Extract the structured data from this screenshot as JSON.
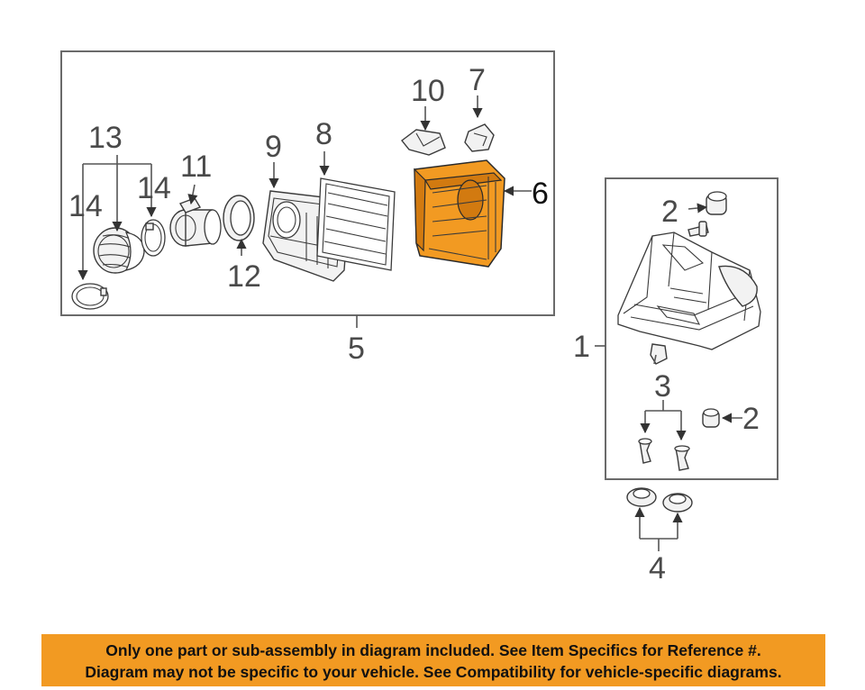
{
  "callouts": {
    "c1": "1",
    "c2a": "2",
    "c2b": "2",
    "c3": "3",
    "c4": "4",
    "c5": "5",
    "c6": "6",
    "c7": "7",
    "c8": "8",
    "c9": "9",
    "c10": "10",
    "c11": "11",
    "c12": "12",
    "c13": "13",
    "c14a": "14",
    "c14b": "14"
  },
  "highlighted_part": "6",
  "colors": {
    "highlight": "#f29a22",
    "banner": "#f29a22",
    "frame": "#6a6a6a"
  },
  "banner": {
    "line1": "Only one part or sub-assembly in diagram included. See Item Specifics for Reference #.",
    "line2": "Diagram may not be specific to your vehicle. See Compatibility for vehicle-specific diagrams."
  }
}
